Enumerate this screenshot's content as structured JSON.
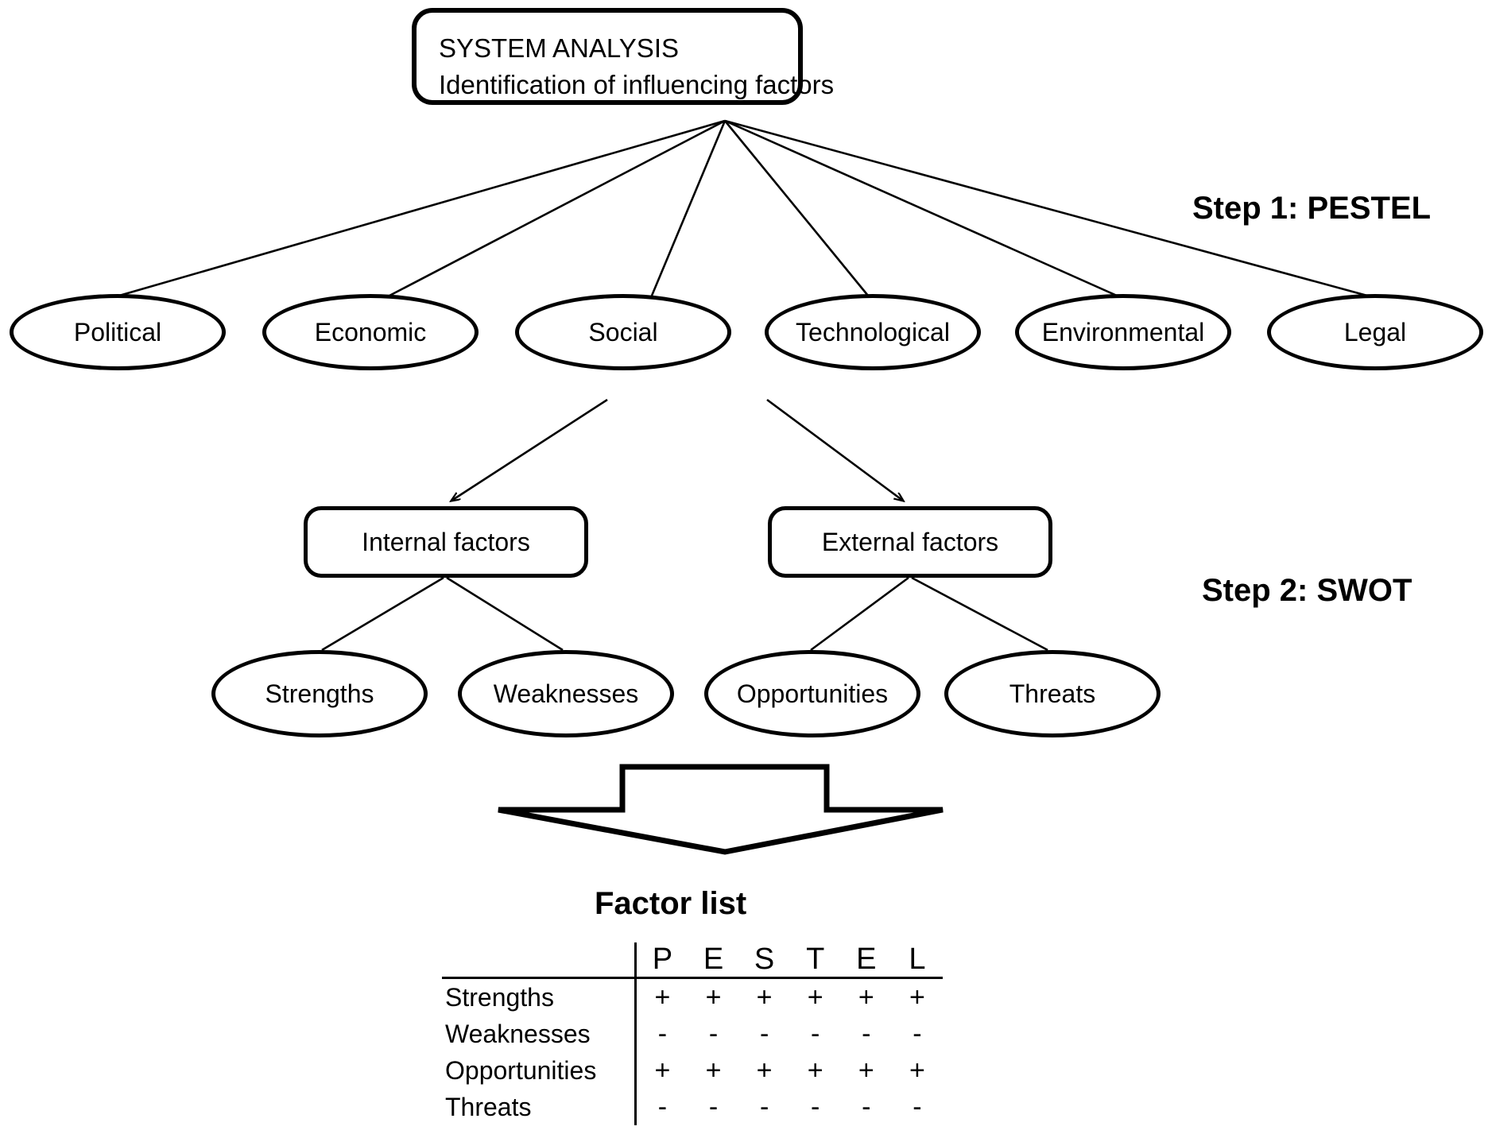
{
  "title_box": {
    "line1": "SYSTEM ANALYSIS",
    "line2": "Identification of influencing factors"
  },
  "steps": {
    "step1": "Step 1: PESTEL",
    "step2": "Step 2: SWOT"
  },
  "pestel_nodes": [
    {
      "label": "Political"
    },
    {
      "label": "Economic"
    },
    {
      "label": "Social"
    },
    {
      "label": "Technological"
    },
    {
      "label": "Environmental"
    },
    {
      "label": "Legal"
    }
  ],
  "factor_boxes": [
    {
      "label": "Internal factors"
    },
    {
      "label": "External factors"
    }
  ],
  "swot_nodes": [
    {
      "label": "Strengths"
    },
    {
      "label": "Weaknesses"
    },
    {
      "label": "Opportunities"
    },
    {
      "label": "Threats"
    }
  ],
  "arrow": {
    "name": "down-arrow"
  },
  "factor_list": {
    "heading": "Factor list",
    "columns": [
      "P",
      "E",
      "S",
      "T",
      "E",
      "L"
    ],
    "rows": [
      {
        "label": "Strengths",
        "marks": [
          "+",
          "+",
          "+",
          "+",
          "+",
          "+"
        ]
      },
      {
        "label": "Weaknesses",
        "marks": [
          "-",
          "-",
          "-",
          "-",
          "-",
          "-"
        ]
      },
      {
        "label": "Opportunities",
        "marks": [
          "+",
          "+",
          "+",
          "+",
          "+",
          "+"
        ]
      },
      {
        "label": "Threats",
        "marks": [
          "-",
          "-",
          "-",
          "-",
          "-",
          "-"
        ]
      }
    ]
  },
  "colors": {
    "stroke": "#000000",
    "background": "#ffffff",
    "text": "#000000"
  }
}
